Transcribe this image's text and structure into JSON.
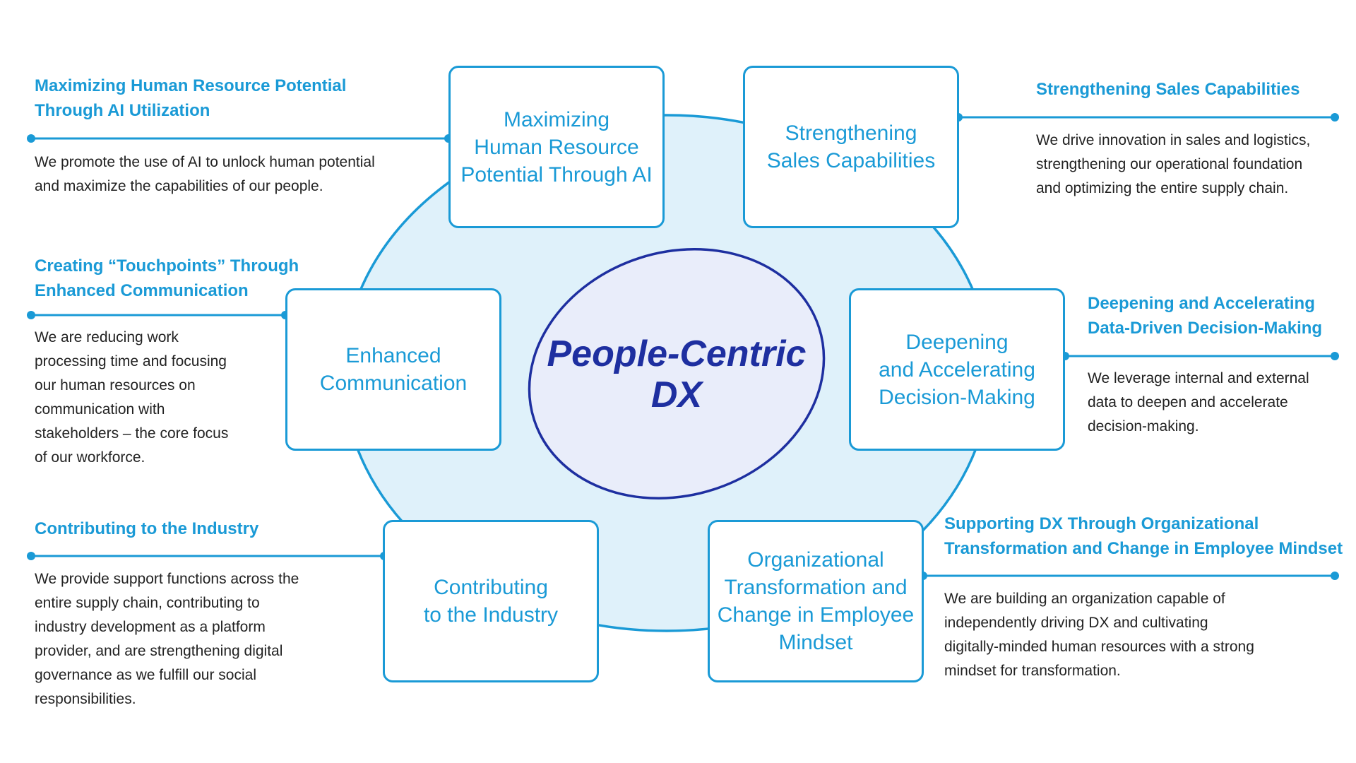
{
  "center": {
    "title": "People-Centric\nDX"
  },
  "boxes": {
    "ai": "Maximizing\nHuman Resource\nPotential Through AI",
    "sales": "Strengthening\nSales Capabilities",
    "communication": "Enhanced\nCommunication",
    "decision": "Deepening\nand Accelerating\nDecision-Making",
    "industry": "Contributing\nto the Industry",
    "organization": "Organizational\nTransformation and\nChange in Employee\nMindset"
  },
  "callouts": {
    "ai": {
      "heading": "Maximizing Human Resource Potential\nThrough AI Utilization",
      "text": "We promote the use of AI to unlock human potential\nand maximize the capabilities of our people."
    },
    "sales": {
      "heading": "Strengthening Sales Capabilities",
      "text": "We drive innovation in sales and logistics,\nstrengthening our operational foundation\nand optimizing the entire supply chain."
    },
    "communication": {
      "heading": "Creating “Touchpoints” Through\nEnhanced Communication",
      "text": "We are reducing work\nprocessing time and focusing\nour human resources on\ncommunication with\nstakeholders – the core focus\nof our workforce."
    },
    "decision": {
      "heading": "Deepening and Accelerating\nData-Driven Decision-Making",
      "text": "We leverage internal and external\ndata to deepen and accelerate\ndecision-making."
    },
    "industry": {
      "heading": "Contributing to the Industry",
      "text": "We provide support functions across the\nentire supply chain, contributing to\nindustry development as a platform\nprovider, and are strengthening digital\ngovernance as we fulfill our social\nresponsibilities."
    },
    "organization": {
      "heading": "Supporting DX Through Organizational\nTransformation and Change in Employee Mindset",
      "text": "We are building an organization capable of\nindependently driving DX and cultivating\ndigitally-minded human resources with a strong\nmindset for transformation."
    }
  },
  "colors": {
    "accent": "#1a9ad6",
    "ring_fill": "#dff1fa",
    "center_fill": "#e9edfa",
    "center_stroke": "#1e2fa0"
  }
}
